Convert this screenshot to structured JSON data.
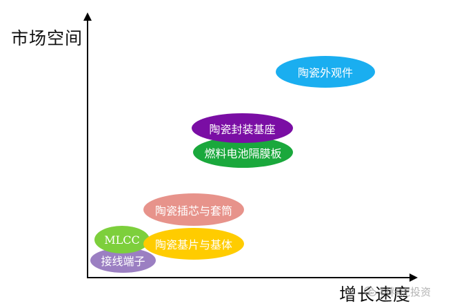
{
  "axes": {
    "y_title": "市场空间",
    "x_title": "增长速度"
  },
  "bubbles": [
    {
      "key": "waiguan",
      "label": "陶瓷外观件",
      "color": "#1aaef0",
      "text_color": "#ffffff"
    },
    {
      "key": "fengzhuang",
      "label": "陶瓷封装基座",
      "color": "#7a0ea4",
      "text_color": "#ffffff"
    },
    {
      "key": "ranliao",
      "label": "燃料电池隔膜板",
      "color": "#1aa83c",
      "text_color": "#ffffff"
    },
    {
      "key": "chaxin",
      "label": "陶瓷插芯与套筒",
      "color": "#e7938b",
      "text_color": "#ffffff"
    },
    {
      "key": "mlcc",
      "label": "MLCC",
      "color": "#7dcf3c",
      "text_color": "#ffffff"
    },
    {
      "key": "jipian",
      "label": "陶瓷基片与基体",
      "color": "#ffcc00",
      "text_color": "#ffffff"
    },
    {
      "key": "duanzi",
      "label": "接线端子",
      "color": "#9b7fc2",
      "text_color": "#ffffff"
    }
  ],
  "watermark": {
    "text": "材料虎投资",
    "icon": "wechat-icon"
  }
}
